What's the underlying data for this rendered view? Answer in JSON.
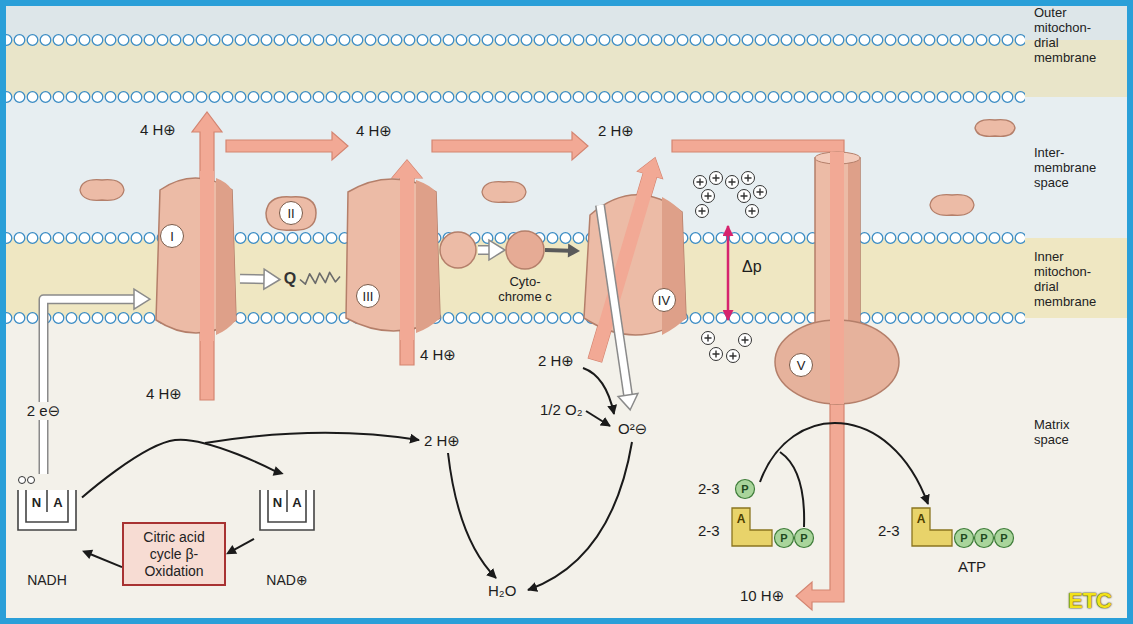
{
  "diagram": {
    "nodes": [
      {
        "text": [
          "I"
        ]
      },
      {
        "text": [
          "II"
        ]
      },
      {
        "text": [
          "Q"
        ]
      },
      {
        "text": [
          "III"
        ]
      },
      {
        "text": [
          "Cyto- chrome c"
        ]
      },
      {
        "text": [
          "IV"
        ]
      },
      {
        "text": [
          "V"
        ]
      },
      {
        "text": [
          "N",
          "A",
          "NADH"
        ]
      },
      {
        "text": [
          "Citric acid cycle β-Oxidation"
        ]
      },
      {
        "text": [
          "N",
          "A",
          "NAD⊕"
        ]
      }
    ],
    "edges": [
      {
        "from": 7,
        "to": 0,
        "label": "2 e⊖",
        "arrow": "to"
      },
      {
        "from": 0,
        "to": 2,
        "arrow": "to"
      },
      {
        "from": 2,
        "to": 3,
        "arrow": "none"
      },
      {
        "from": 3,
        "to": 4,
        "arrow": "to"
      },
      {
        "from": 4,
        "to": 5,
        "arrow": "to"
      },
      {
        "from": 8,
        "to": 7,
        "arrow": "to"
      },
      {
        "from": 9,
        "to": 8,
        "arrow": "to"
      },
      {
        "from": 7,
        "to": 9,
        "arrow": "to"
      }
    ],
    "labels": [
      "Outer mitochon- drial membrane",
      "Inter- membrane space",
      "Inner mitochon- drial membrane",
      "Matrix space",
      "4 H⊕",
      "4 H⊕",
      "2 H⊕",
      "4 H⊕",
      "4 H⊕",
      "2 H⊕",
      "2 H⊕",
      "1/2 O₂",
      "O²⊖",
      "H₂O",
      "Δp",
      "2-3",
      "P",
      "2-3",
      "A",
      "P",
      "P",
      "2-3",
      "A",
      "P",
      "P",
      "P",
      "ATP",
      "10 H⊕",
      "ETC"
    ]
  }
}
